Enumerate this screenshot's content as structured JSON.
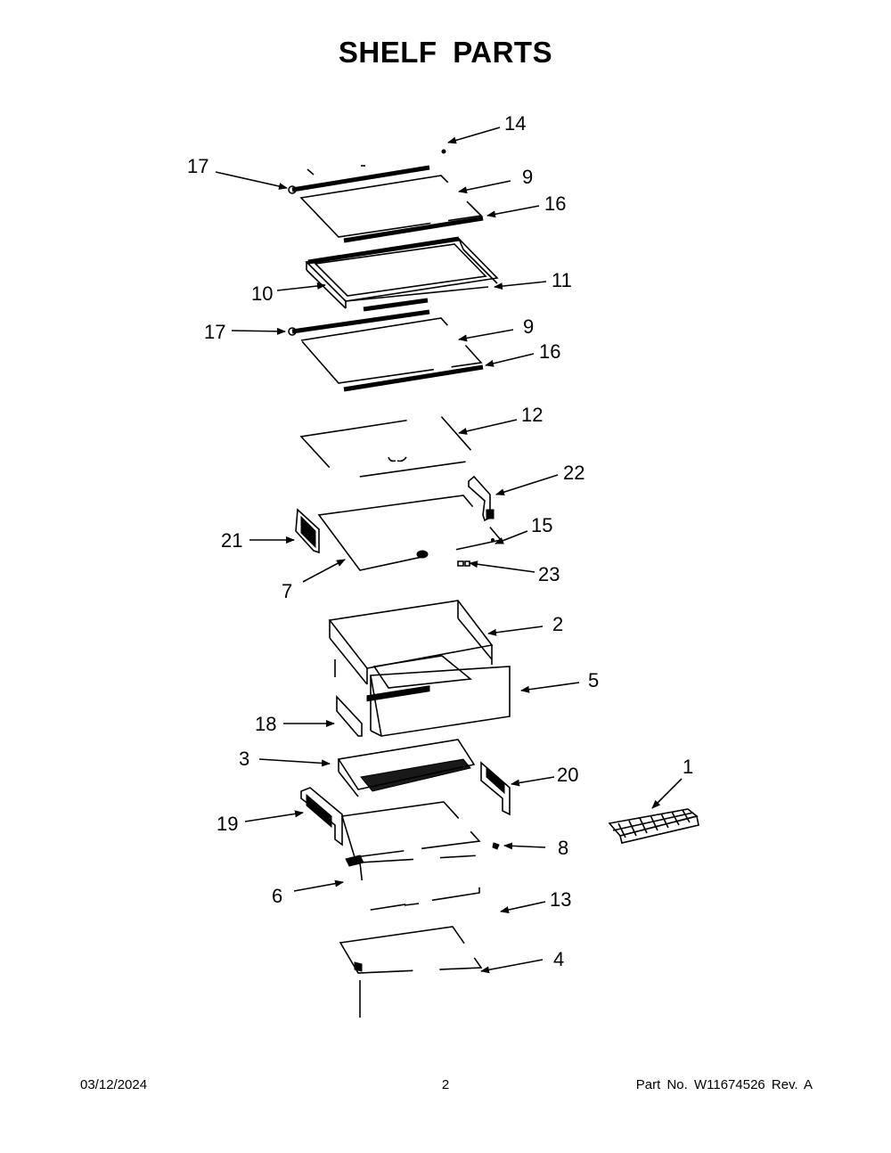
{
  "header": {
    "title": "SHELF PARTS"
  },
  "callouts": [
    {
      "id": "14",
      "label": "14"
    },
    {
      "id": "17a",
      "label": "17"
    },
    {
      "id": "9a",
      "label": "9"
    },
    {
      "id": "16a",
      "label": "16"
    },
    {
      "id": "10",
      "label": "10"
    },
    {
      "id": "11",
      "label": "11"
    },
    {
      "id": "17b",
      "label": "17"
    },
    {
      "id": "9b",
      "label": "9"
    },
    {
      "id": "16b",
      "label": "16"
    },
    {
      "id": "12",
      "label": "12"
    },
    {
      "id": "22",
      "label": "22"
    },
    {
      "id": "21",
      "label": "21"
    },
    {
      "id": "15",
      "label": "15"
    },
    {
      "id": "7",
      "label": "7"
    },
    {
      "id": "23",
      "label": "23"
    },
    {
      "id": "2",
      "label": "2"
    },
    {
      "id": "5",
      "label": "5"
    },
    {
      "id": "18",
      "label": "18"
    },
    {
      "id": "3",
      "label": "3"
    },
    {
      "id": "20",
      "label": "20"
    },
    {
      "id": "1",
      "label": "1"
    },
    {
      "id": "19",
      "label": "19"
    },
    {
      "id": "8",
      "label": "8"
    },
    {
      "id": "6",
      "label": "6"
    },
    {
      "id": "13",
      "label": "13"
    },
    {
      "id": "4",
      "label": "4"
    }
  ],
  "footer": {
    "date": "03/12/2024",
    "page": "2",
    "part_number": "Part No.  W11674526  Rev.  A"
  }
}
